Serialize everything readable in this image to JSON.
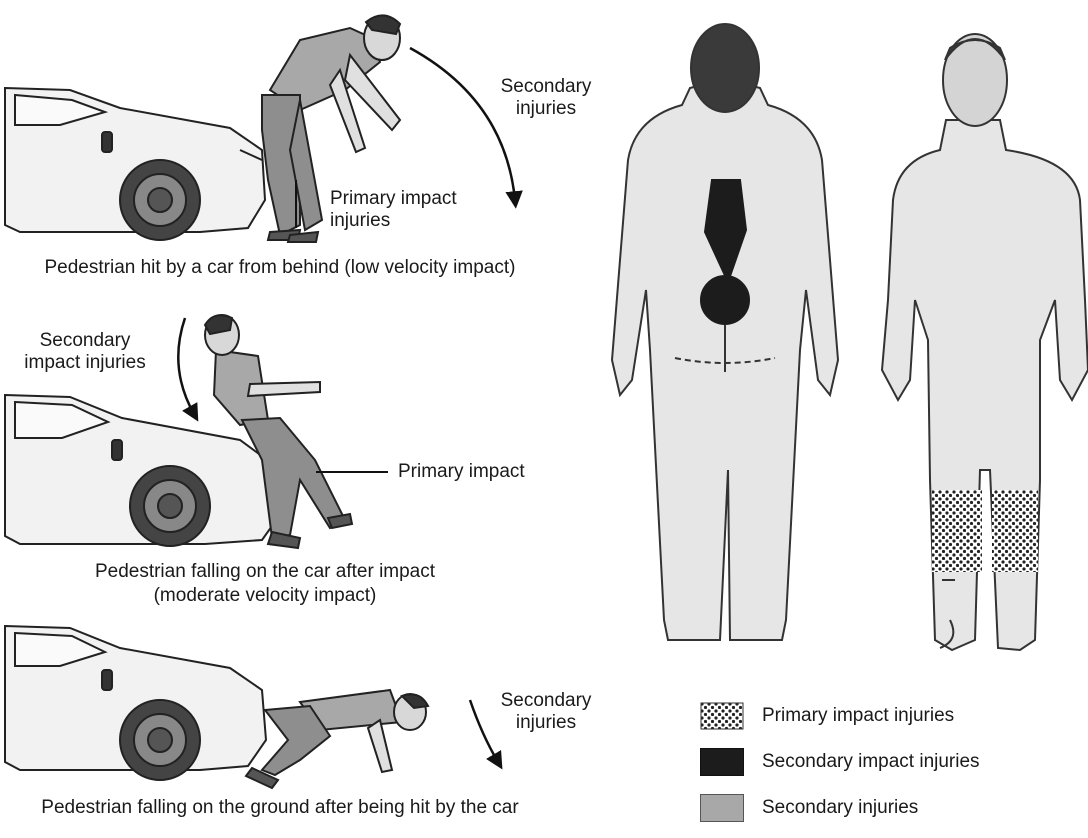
{
  "scene1": {
    "secondary_label": [
      "Secondary",
      "injuries"
    ],
    "primary_label": [
      "Primary impact",
      "injuries"
    ],
    "caption": "Pedestrian hit by a car from behind (low velocity impact)"
  },
  "scene2": {
    "secondary_label": [
      "Secondary",
      "impact injuries"
    ],
    "primary_label": "Primary impact",
    "caption": [
      "Pedestrian falling on the car after impact",
      "(moderate velocity impact)"
    ]
  },
  "scene3": {
    "secondary_label": [
      "Secondary",
      "injuries"
    ],
    "caption": "Pedestrian falling on the ground after being hit by the car"
  },
  "legend": {
    "items": [
      {
        "label": "Primary impact injuries",
        "pattern": "dots"
      },
      {
        "label": "Secondary impact injuries",
        "color": "#1c1c1c"
      },
      {
        "label": "Secondary injuries",
        "color": "#a8a8a8"
      }
    ]
  },
  "colors": {
    "body_fill": "#e6e6e6",
    "body_stroke": "#333333",
    "secondary_impact": "#1c1c1c",
    "secondary_injuries": "#a8a8a8",
    "car_fill": "#f2f2f2"
  }
}
